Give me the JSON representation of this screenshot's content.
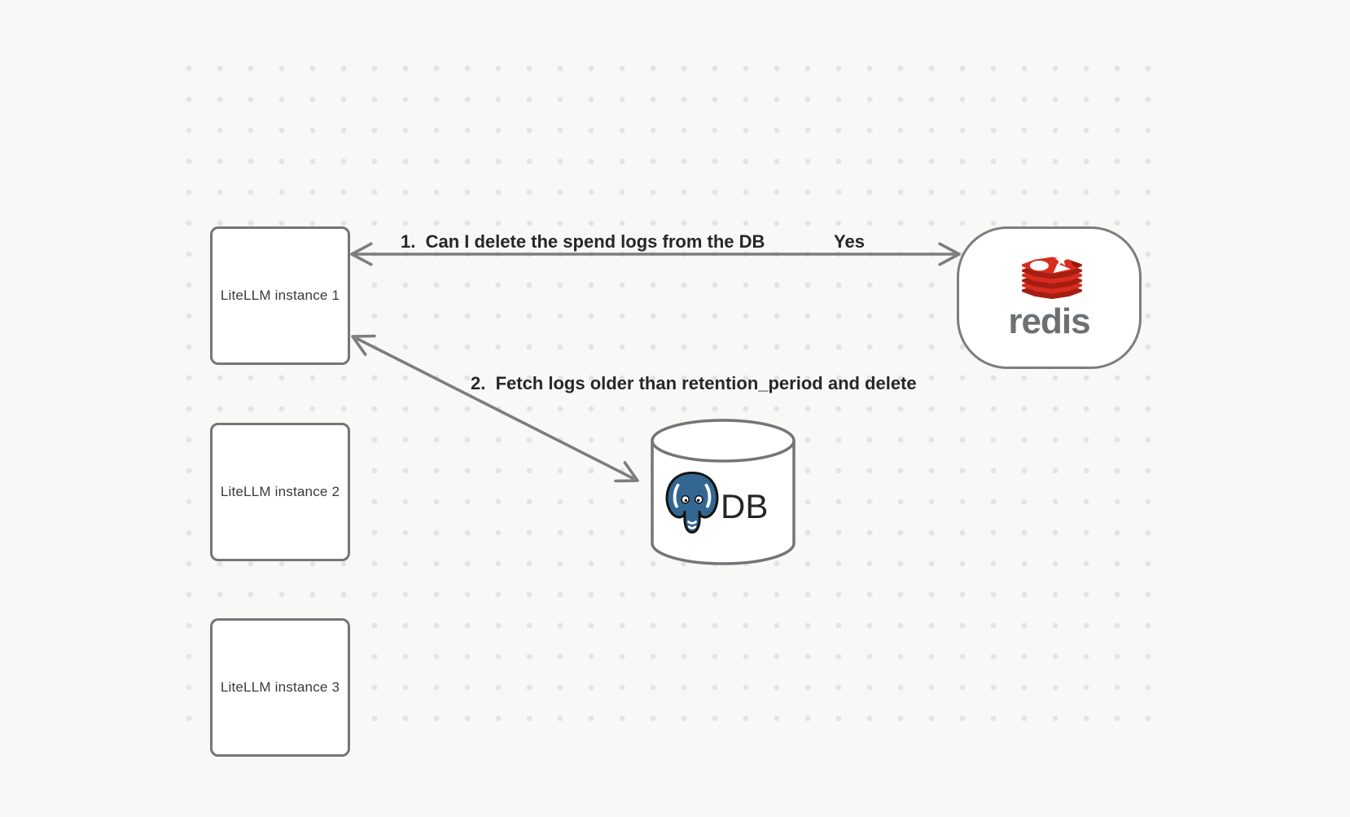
{
  "canvas": {
    "background": "#f8f8f7",
    "dot_color": "#e5e4e2",
    "outline_gray": "#757575",
    "arrow_gray": "#7d7d7d"
  },
  "nodes": {
    "instances": [
      {
        "label": "LiteLLM instance 1"
      },
      {
        "label": "LiteLLM instance 2"
      },
      {
        "label": "LiteLLM instance 3"
      }
    ],
    "redis": {
      "wordmark": "redis",
      "brand_red": "#D82C20",
      "brand_red_dark": "#A41E11",
      "brand_red_deep": "#8C1A0F",
      "wordmark_gray": "#6d7072"
    },
    "db": {
      "label": "DB",
      "postgres_blue": "#336791"
    }
  },
  "annotations": {
    "step1": "1.  Can I delete the spend logs from the DB",
    "step1_response": "Yes",
    "step2": "2.  Fetch logs older than retention_period and delete"
  }
}
